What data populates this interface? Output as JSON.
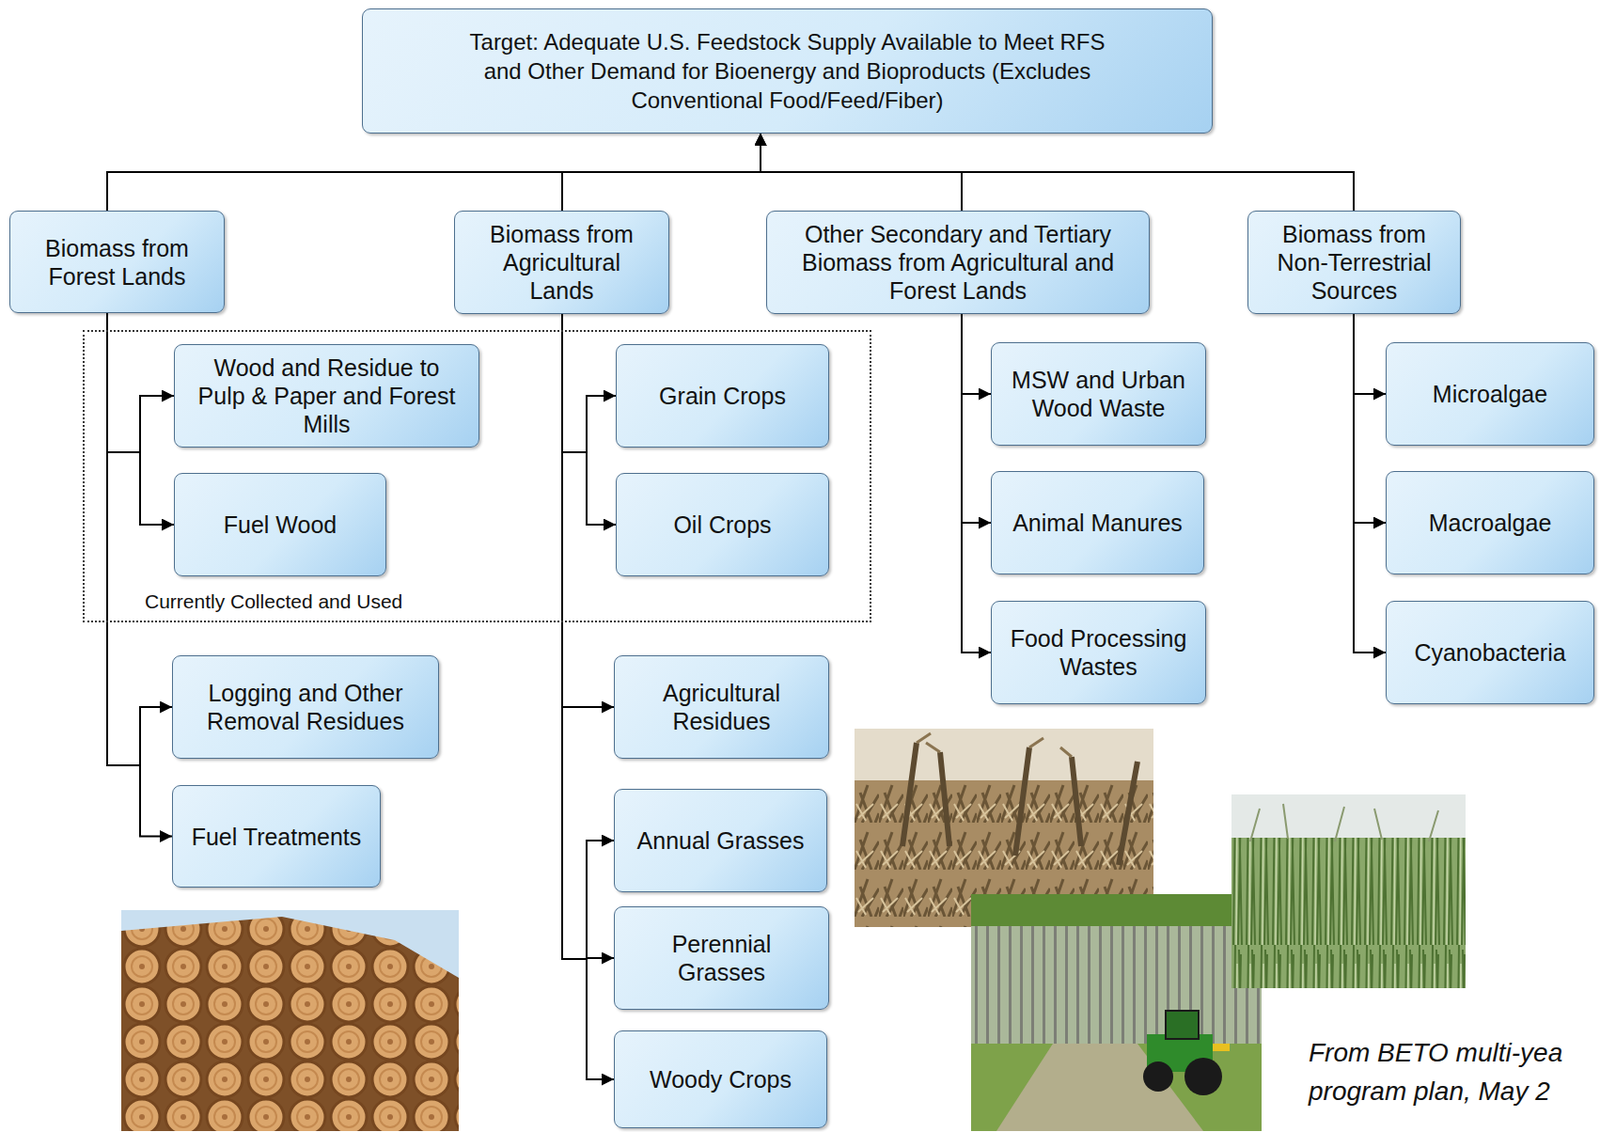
{
  "diagram": {
    "caption": "From BETO multi-yea program plan, May 2",
    "nodes": [
      {
        "text": [
          "Target: Adequate U.S. Feedstock Supply Available to Meet RFS and Other Demand for Bioenergy and Bioproducts (Excludes Conventional Food/Feed/Fiber)"
        ]
      },
      {
        "text": [
          "Biomass from Forest Lands"
        ]
      },
      {
        "text": [
          "Biomass from Agricultural Lands"
        ]
      },
      {
        "text": [
          "Other Secondary and Tertiary Biomass from Agricultural and Forest Lands"
        ]
      },
      {
        "text": [
          "Biomass from Non-Terrestrial Sources"
        ]
      },
      {
        "text": [
          "Currently Collected and Used"
        ]
      },
      {
        "text": [
          "Wood and Residue to Pulp & Paper and Forest Mills"
        ],
        "in": 5
      },
      {
        "text": [
          "Fuel Wood"
        ],
        "in": 5
      },
      {
        "text": [
          "Grain Crops"
        ],
        "in": 5
      },
      {
        "text": [
          "Oil Crops"
        ],
        "in": 5
      },
      {
        "text": [
          "Logging and Other Removal Residues"
        ]
      },
      {
        "text": [
          "Fuel Treatments"
        ]
      },
      {
        "text": [
          "Agricultural Residues"
        ]
      },
      {
        "text": [
          "Annual Grasses"
        ]
      },
      {
        "text": [
          "Perennial Grasses"
        ]
      },
      {
        "text": [
          "Woody Crops"
        ]
      },
      {
        "text": [
          "MSW and Urban Wood Waste"
        ]
      },
      {
        "text": [
          "Animal Manures"
        ]
      },
      {
        "text": [
          "Food Processing Wastes"
        ]
      },
      {
        "text": [
          "Microalgae"
        ]
      },
      {
        "text": [
          "Macroalgae"
        ]
      },
      {
        "text": [
          "Cyanobacteria"
        ]
      }
    ],
    "edges": [
      {
        "from": 1,
        "to": 0,
        "arrow": "to"
      },
      {
        "from": 2,
        "to": 0,
        "arrow": "to"
      },
      {
        "from": 3,
        "to": 0,
        "arrow": "to"
      },
      {
        "from": 4,
        "to": 0,
        "arrow": "to"
      },
      {
        "from": 1,
        "to": 6,
        "arrow": "to"
      },
      {
        "from": 1,
        "to": 7,
        "arrow": "to"
      },
      {
        "from": 1,
        "to": 10,
        "arrow": "to"
      },
      {
        "from": 1,
        "to": 11,
        "arrow": "to"
      },
      {
        "from": 2,
        "to": 8,
        "arrow": "to"
      },
      {
        "from": 2,
        "to": 9,
        "arrow": "to"
      },
      {
        "from": 2,
        "to": 12,
        "arrow": "to"
      },
      {
        "from": 2,
        "to": 13,
        "arrow": "to"
      },
      {
        "from": 2,
        "to": 14,
        "arrow": "to"
      },
      {
        "from": 2,
        "to": 15,
        "arrow": "to"
      },
      {
        "from": 3,
        "to": 16,
        "arrow": "to"
      },
      {
        "from": 3,
        "to": 17,
        "arrow": "to"
      },
      {
        "from": 3,
        "to": 18,
        "arrow": "to"
      },
      {
        "from": 4,
        "to": 19,
        "arrow": "to"
      },
      {
        "from": 4,
        "to": 20,
        "arrow": "to"
      },
      {
        "from": 4,
        "to": 21,
        "arrow": "to"
      }
    ]
  }
}
